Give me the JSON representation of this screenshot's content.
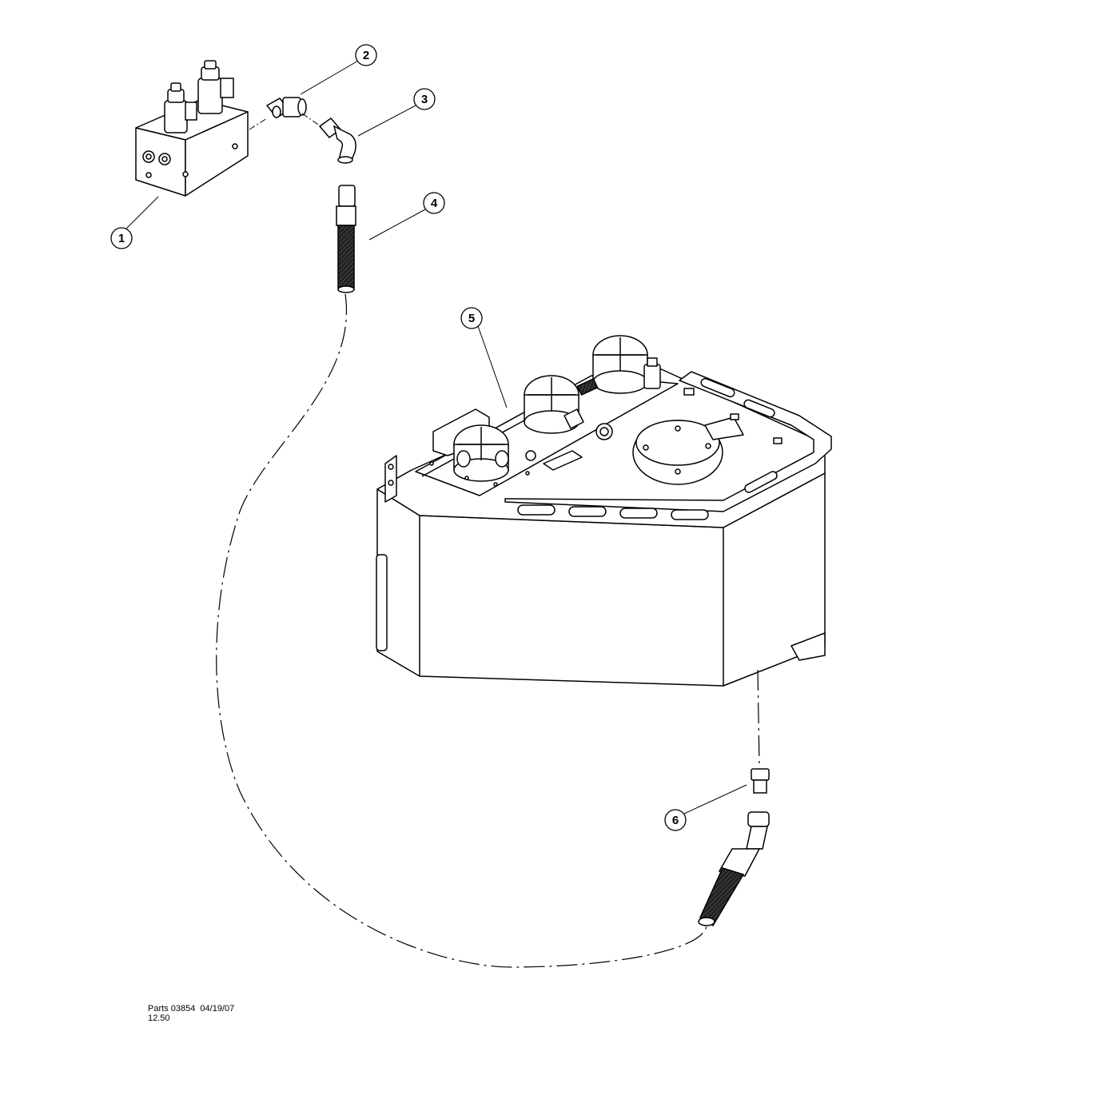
{
  "callouts": [
    {
      "id": "1",
      "label": "1"
    },
    {
      "id": "2",
      "label": "2"
    },
    {
      "id": "3",
      "label": "3"
    },
    {
      "id": "4",
      "label": "4"
    },
    {
      "id": "5",
      "label": "5"
    },
    {
      "id": "6",
      "label": "6"
    }
  ],
  "footer": {
    "line1": "Parts 03854  04/19/07",
    "line2": "12.50"
  }
}
